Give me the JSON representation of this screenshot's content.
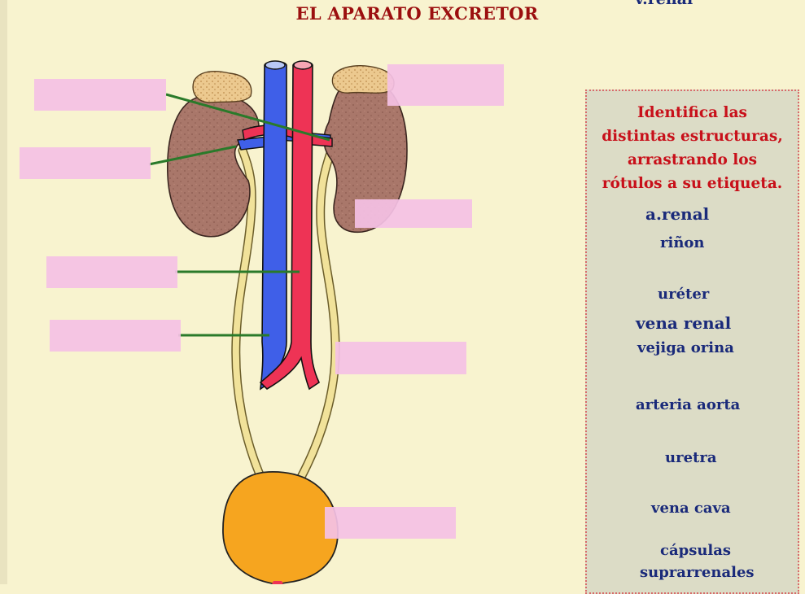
{
  "title": "EL APARATO EXCRETOR",
  "instructions": [
    "Identifica las",
    "distintas estructuras,",
    "arrastrando los",
    "rótulos a su etiqueta."
  ],
  "labels": {
    "v_renal": "v.renal",
    "a_renal": "a.renal",
    "rinon": "riñon",
    "ureter": "uréter",
    "vena_renal": "vena renal",
    "vejiga": "vejiga orina",
    "aorta": "arteria aorta",
    "uretra": "uretra",
    "vena_cava": "vena cava",
    "capsulas_1": "cápsulas",
    "capsulas_2": "suprarrenales"
  },
  "colors": {
    "background": "#f8f3cf",
    "title": "#9b0f0f",
    "instructions": "#c8101a",
    "label_text": "#1a2a7a",
    "panel": "#dcdcc6",
    "drop_slot": "#f4c1e4",
    "kidney": "#a9776a",
    "gland": "#e9c98e",
    "vein": "#3f5fe8",
    "artery": "#ee3355",
    "ureter": "#f1e29a",
    "bladder": "#f6a51f",
    "pointer_line": "#2a7a2a"
  }
}
